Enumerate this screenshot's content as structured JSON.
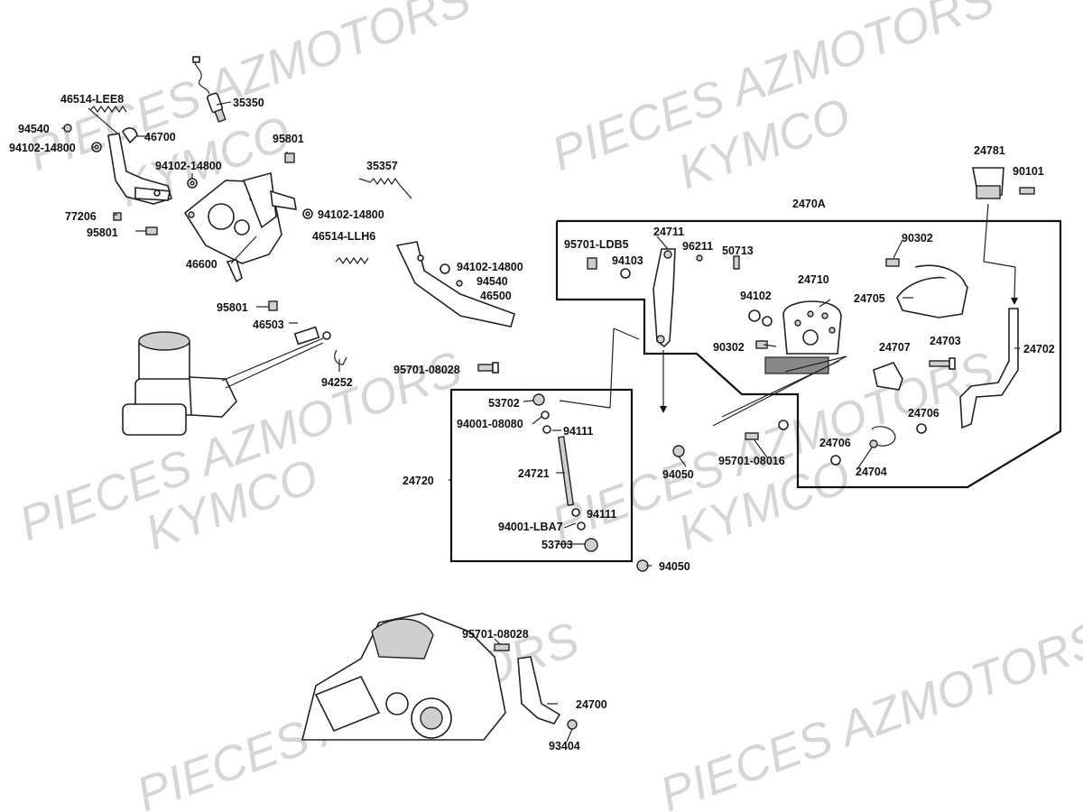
{
  "watermarks": [
    "PIECES AZMOTORS",
    "KYMCO"
  ],
  "labels": {
    "p46514_lee8": "46514-LEE8",
    "p35350": "35350",
    "p94540_a": "94540",
    "p46700": "46700",
    "p94102_14800_a": "94102-14800",
    "p95801_a": "95801",
    "p94102_14800_b": "94102-14800",
    "p35357": "35357",
    "p77206": "77206",
    "p94102_14800_c": "94102-14800",
    "p95801_b": "95801",
    "p46514_llh6": "46514-LLH6",
    "p46600": "46600",
    "p94102_14800_d": "94102-14800",
    "p94540_b": "94540",
    "p46500": "46500",
    "p95801_c": "95801",
    "p46503": "46503",
    "p94252": "94252",
    "p95701_08028_a": "95701-08028",
    "p24781": "24781",
    "p90101": "90101",
    "p2470a": "2470A",
    "p24711": "24711",
    "p95701_ldb5": "95701-LDB5",
    "p96211": "96211",
    "p94103": "94103",
    "p50713": "50713",
    "p90302_a": "90302",
    "p24710": "24710",
    "p24705": "24705",
    "p94102": "94102",
    "p90302_b": "90302",
    "p24707": "24707",
    "p24703": "24703",
    "p24702": "24702",
    "p24706_a": "24706",
    "p24706_b": "24706",
    "p24704": "24704",
    "p95701_08016": "95701-08016",
    "p94050_a": "94050",
    "p53702": "53702",
    "p94001_08080": "94001-08080",
    "p94111_a": "94111",
    "p24721": "24721",
    "p24720": "24720",
    "p94111_b": "94111",
    "p94001_lba7": "94001-LBA7",
    "p53703": "53703",
    "p94050_b": "94050",
    "p95701_08028_b": "95701-08028",
    "p24700": "24700",
    "p93404": "93404"
  }
}
